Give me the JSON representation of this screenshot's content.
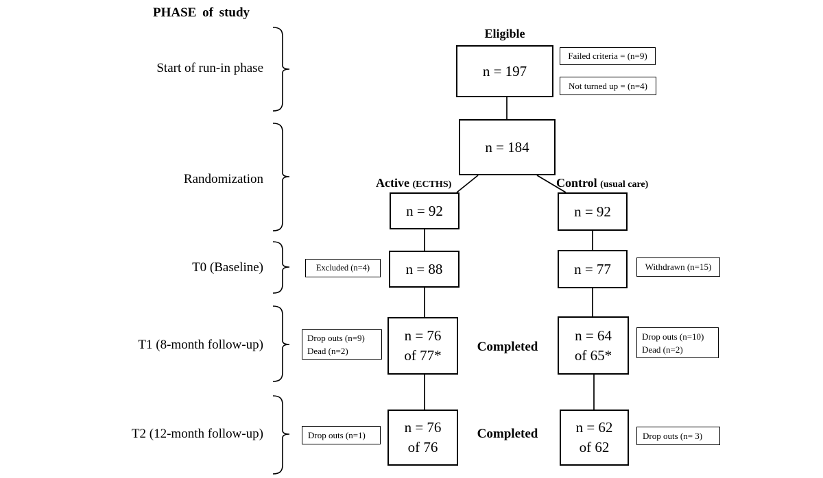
{
  "title": "PHASE of study",
  "phase_labels": {
    "run_in": "Start of run-in phase",
    "randomization": "Randomization",
    "t0": "T0 (Baseline)",
    "t1": "T1 (8-month follow-up)",
    "t2": "T2 (12-month follow-up)"
  },
  "flow": {
    "eligible": {
      "title": "Eligible",
      "n": "n = 197"
    },
    "randomized": {
      "n": "n = 184"
    },
    "active": {
      "label": "Active",
      "sublabel": "(ECTHS)",
      "randomized_n": "n = 92",
      "t0_n": "n = 88",
      "t1": {
        "line1": "n = 76",
        "line2": "of 77*"
      },
      "t2": {
        "line1": "n = 76",
        "line2": "of 76"
      }
    },
    "control": {
      "label": "Control",
      "sublabel": "(usual care)",
      "randomized_n": "n = 92",
      "t0_n": "n = 77",
      "t1": {
        "line1": "n = 64",
        "line2": "of 65*"
      },
      "t2": {
        "line1": "n = 62",
        "line2": "of 62"
      }
    },
    "completed_t1": "Completed",
    "completed_t2": "Completed"
  },
  "side_notes": {
    "failed_criteria": "Failed criteria = (n=9)",
    "not_turned_up": "Not turned up = (n=4)",
    "excluded": "Excluded (n=4)",
    "withdrawn": "Withdrawn (n=15)",
    "t1_active": {
      "line1": "Drop outs (n=9)",
      "line2": "Dead (n=2)"
    },
    "t1_control": {
      "line1": "Drop outs (n=10)",
      "line2": "Dead (n=2)"
    },
    "t2_active": "Drop outs (n=1)",
    "t2_control": "Drop outs (n= 3)"
  },
  "colors": {
    "ink": "#000000",
    "background": "#ffffff"
  }
}
